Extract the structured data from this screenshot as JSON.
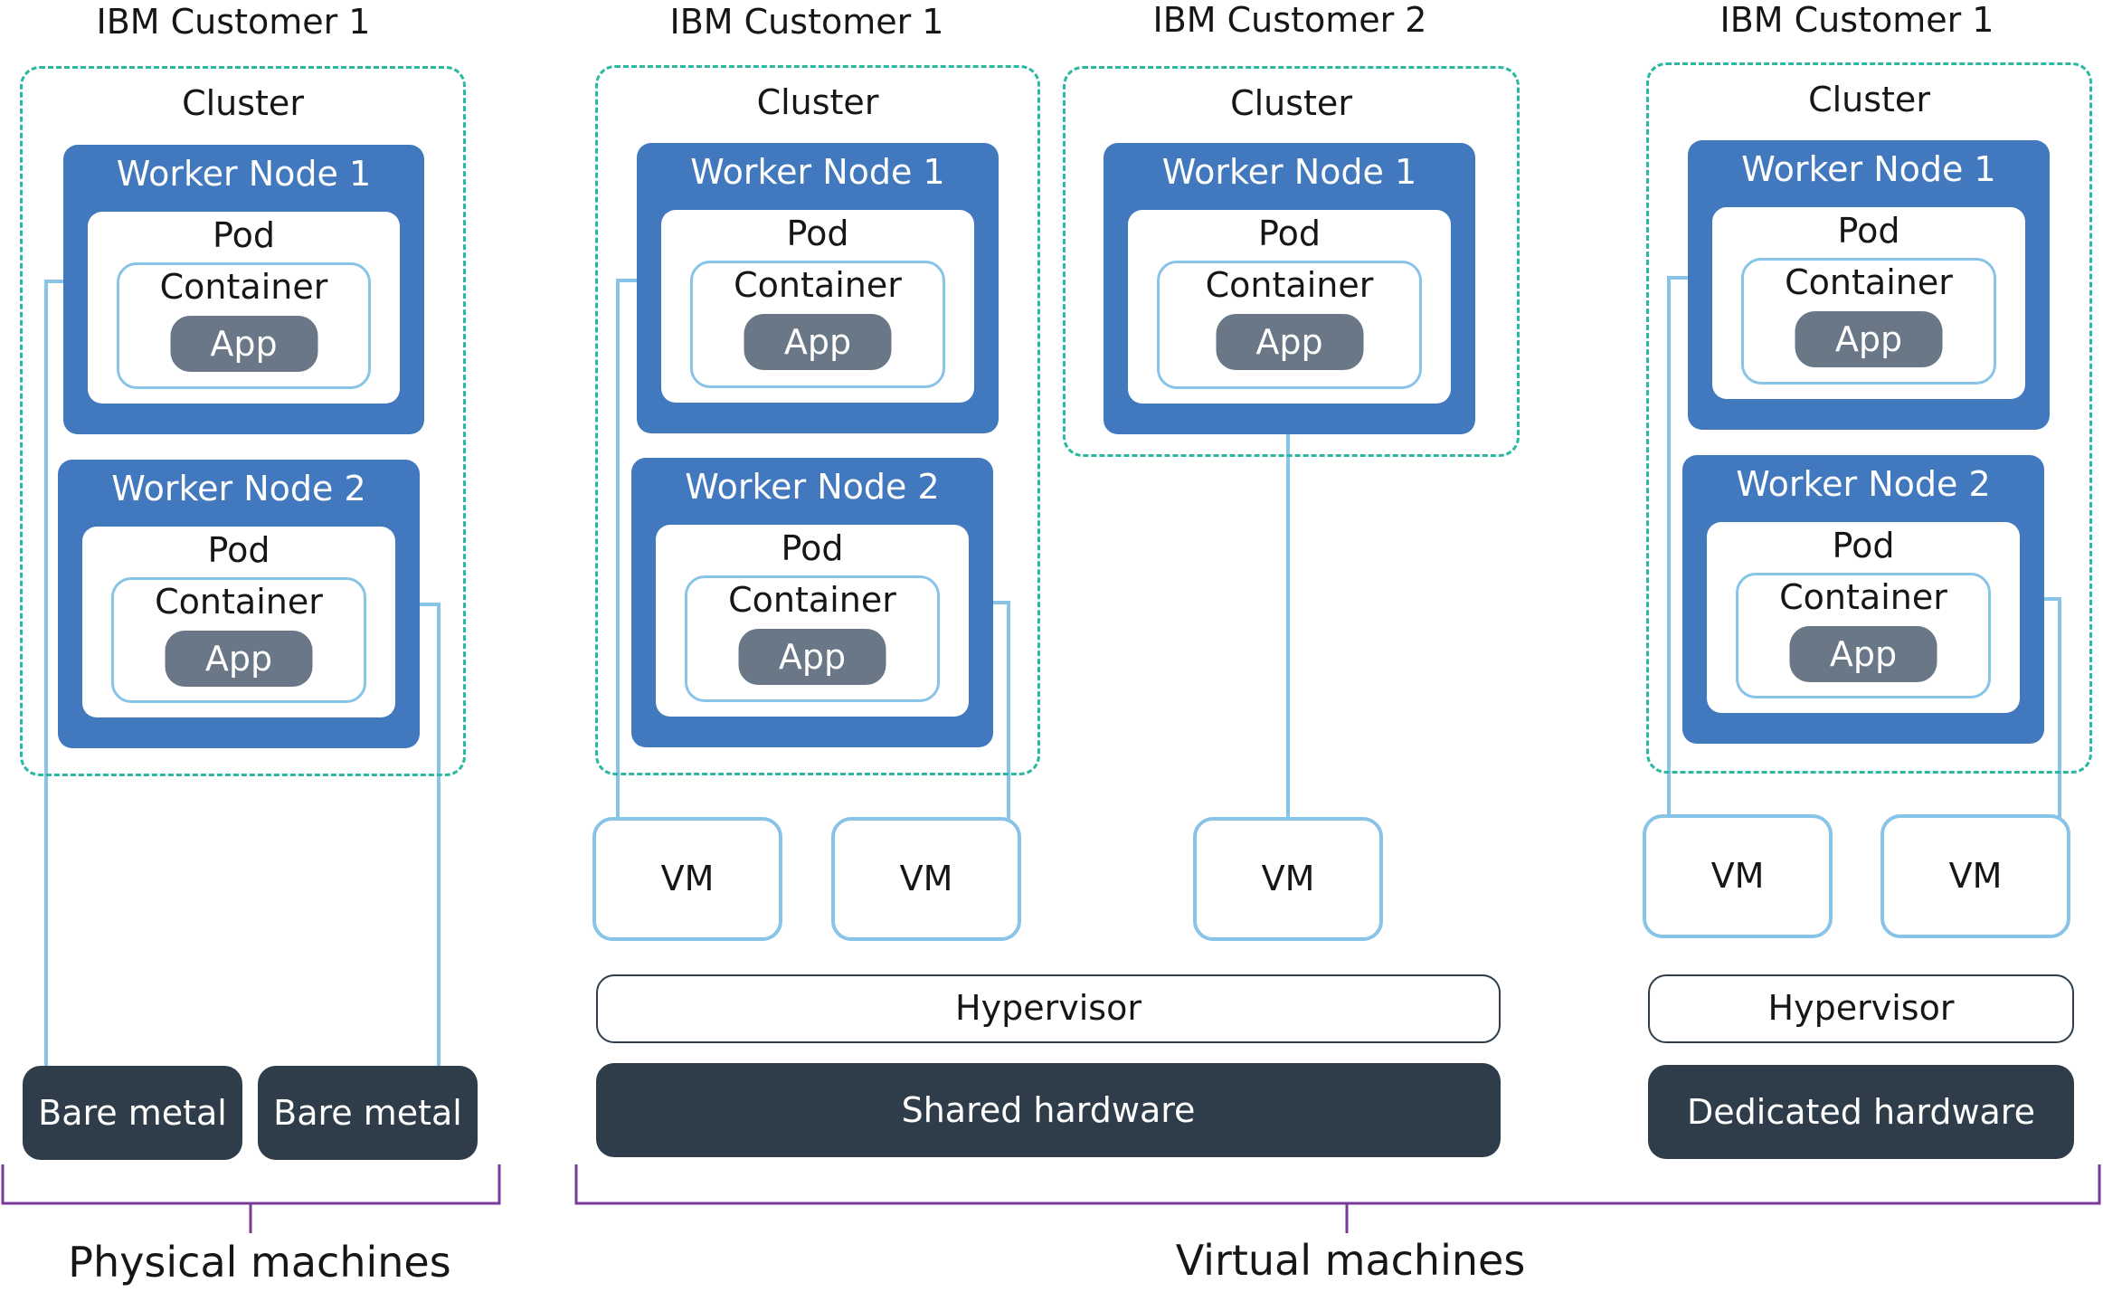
{
  "customers": {
    "c1": "IBM Customer 1",
    "c2": "IBM Customer 1",
    "c3": "IBM Customer 2",
    "c4": "IBM Customer 1"
  },
  "labels": {
    "cluster": "Cluster",
    "worker_node_1": "Worker Node 1",
    "worker_node_2": "Worker Node 2",
    "pod": "Pod",
    "container": "Container",
    "app": "App",
    "vm": "VM",
    "hypervisor": "Hypervisor",
    "bare_metal": "Bare metal",
    "shared_hardware": "Shared hardware",
    "dedicated_hardware": "Dedicated hardware"
  },
  "groups": {
    "physical": "Physical machines",
    "virtual": "Virtual machines"
  },
  "colors": {
    "cluster_border": "#2ab8a0",
    "worker_node": "#4178be",
    "container_border": "#88c4e8",
    "app": "#697786",
    "hardware": "#2e3d49",
    "bracket": "#7a3a9a"
  }
}
